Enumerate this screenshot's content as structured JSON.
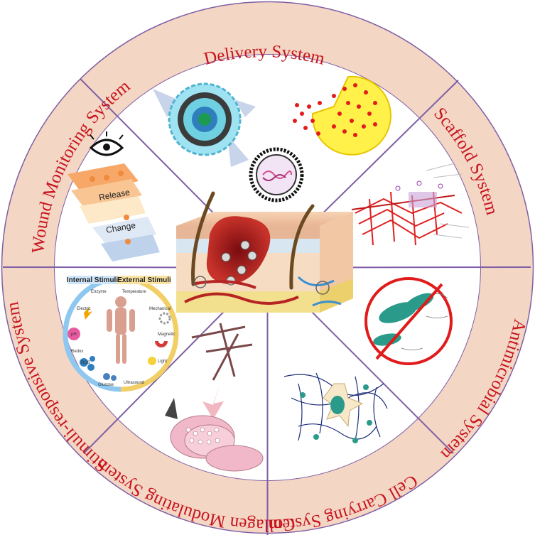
{
  "sectors": [
    {
      "id": "delivery",
      "label": "Delivery System"
    },
    {
      "id": "scaffold",
      "label": "Scaffold System"
    },
    {
      "id": "antimicrobial",
      "label": "Antimicrobial System"
    },
    {
      "id": "cell-carrying",
      "label": "Cell Carrying System"
    },
    {
      "id": "collagen",
      "label": "Collagen Modulating System"
    },
    {
      "id": "stimuli",
      "label": "Stimuli-responsive System"
    },
    {
      "id": "monitoring",
      "label": "Wound Monitoring System"
    }
  ],
  "monitoring_panel": {
    "release": "Release",
    "change": "Change"
  },
  "stimuli_panel": {
    "internal": "Internal Stimuli",
    "external": "External Stimuli",
    "enzyme": "Enzyme",
    "temperature": "Temperature",
    "electric": "Electric",
    "mechanical": "Mechanical",
    "ph": "pH",
    "magnetic": "Magnetic",
    "redox": "Redox",
    "light": "Light",
    "ros": "ROS",
    "glucose": "Glucose",
    "ultrasound": "Ultrasound"
  },
  "colors": {
    "ring": "#f3d6c4",
    "divider": "#7f5fa5",
    "label": "#c8141e"
  }
}
